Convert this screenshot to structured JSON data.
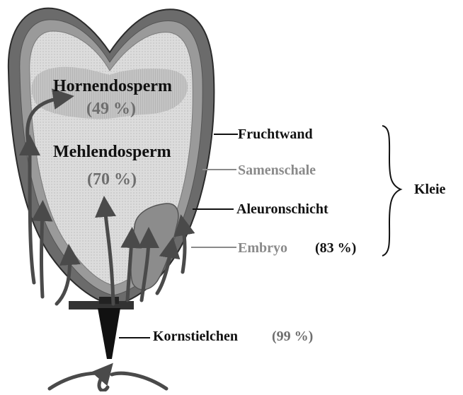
{
  "labels": {
    "hornendosperm": "Hornendosperm",
    "hornendosperm_pct": "(49 %)",
    "mehlendosperm": "Mehlendosperm",
    "mehlendosperm_pct": "(70 %)",
    "fruchtwand": "Fruchtwand",
    "samenschale": "Samenschale",
    "aleuronschicht": "Aleuronschicht",
    "embryo": "Embryo",
    "embryo_pct": "(83 %)",
    "kleie": "Kleie",
    "kornstielchen": "Kornstielchen",
    "kornstielchen_pct": "(99 %)"
  },
  "colors": {
    "outer_wall": "#6b6b6b",
    "inner_layer": "#9a9a9a",
    "endosperm_fill": "#d9d9d9",
    "horn_region": "#bdbdbd",
    "embryo": "#8c8c8c",
    "arrows": "#4a4a4a",
    "dark_text": "#111111",
    "grey_text": "#8a8a8a"
  }
}
